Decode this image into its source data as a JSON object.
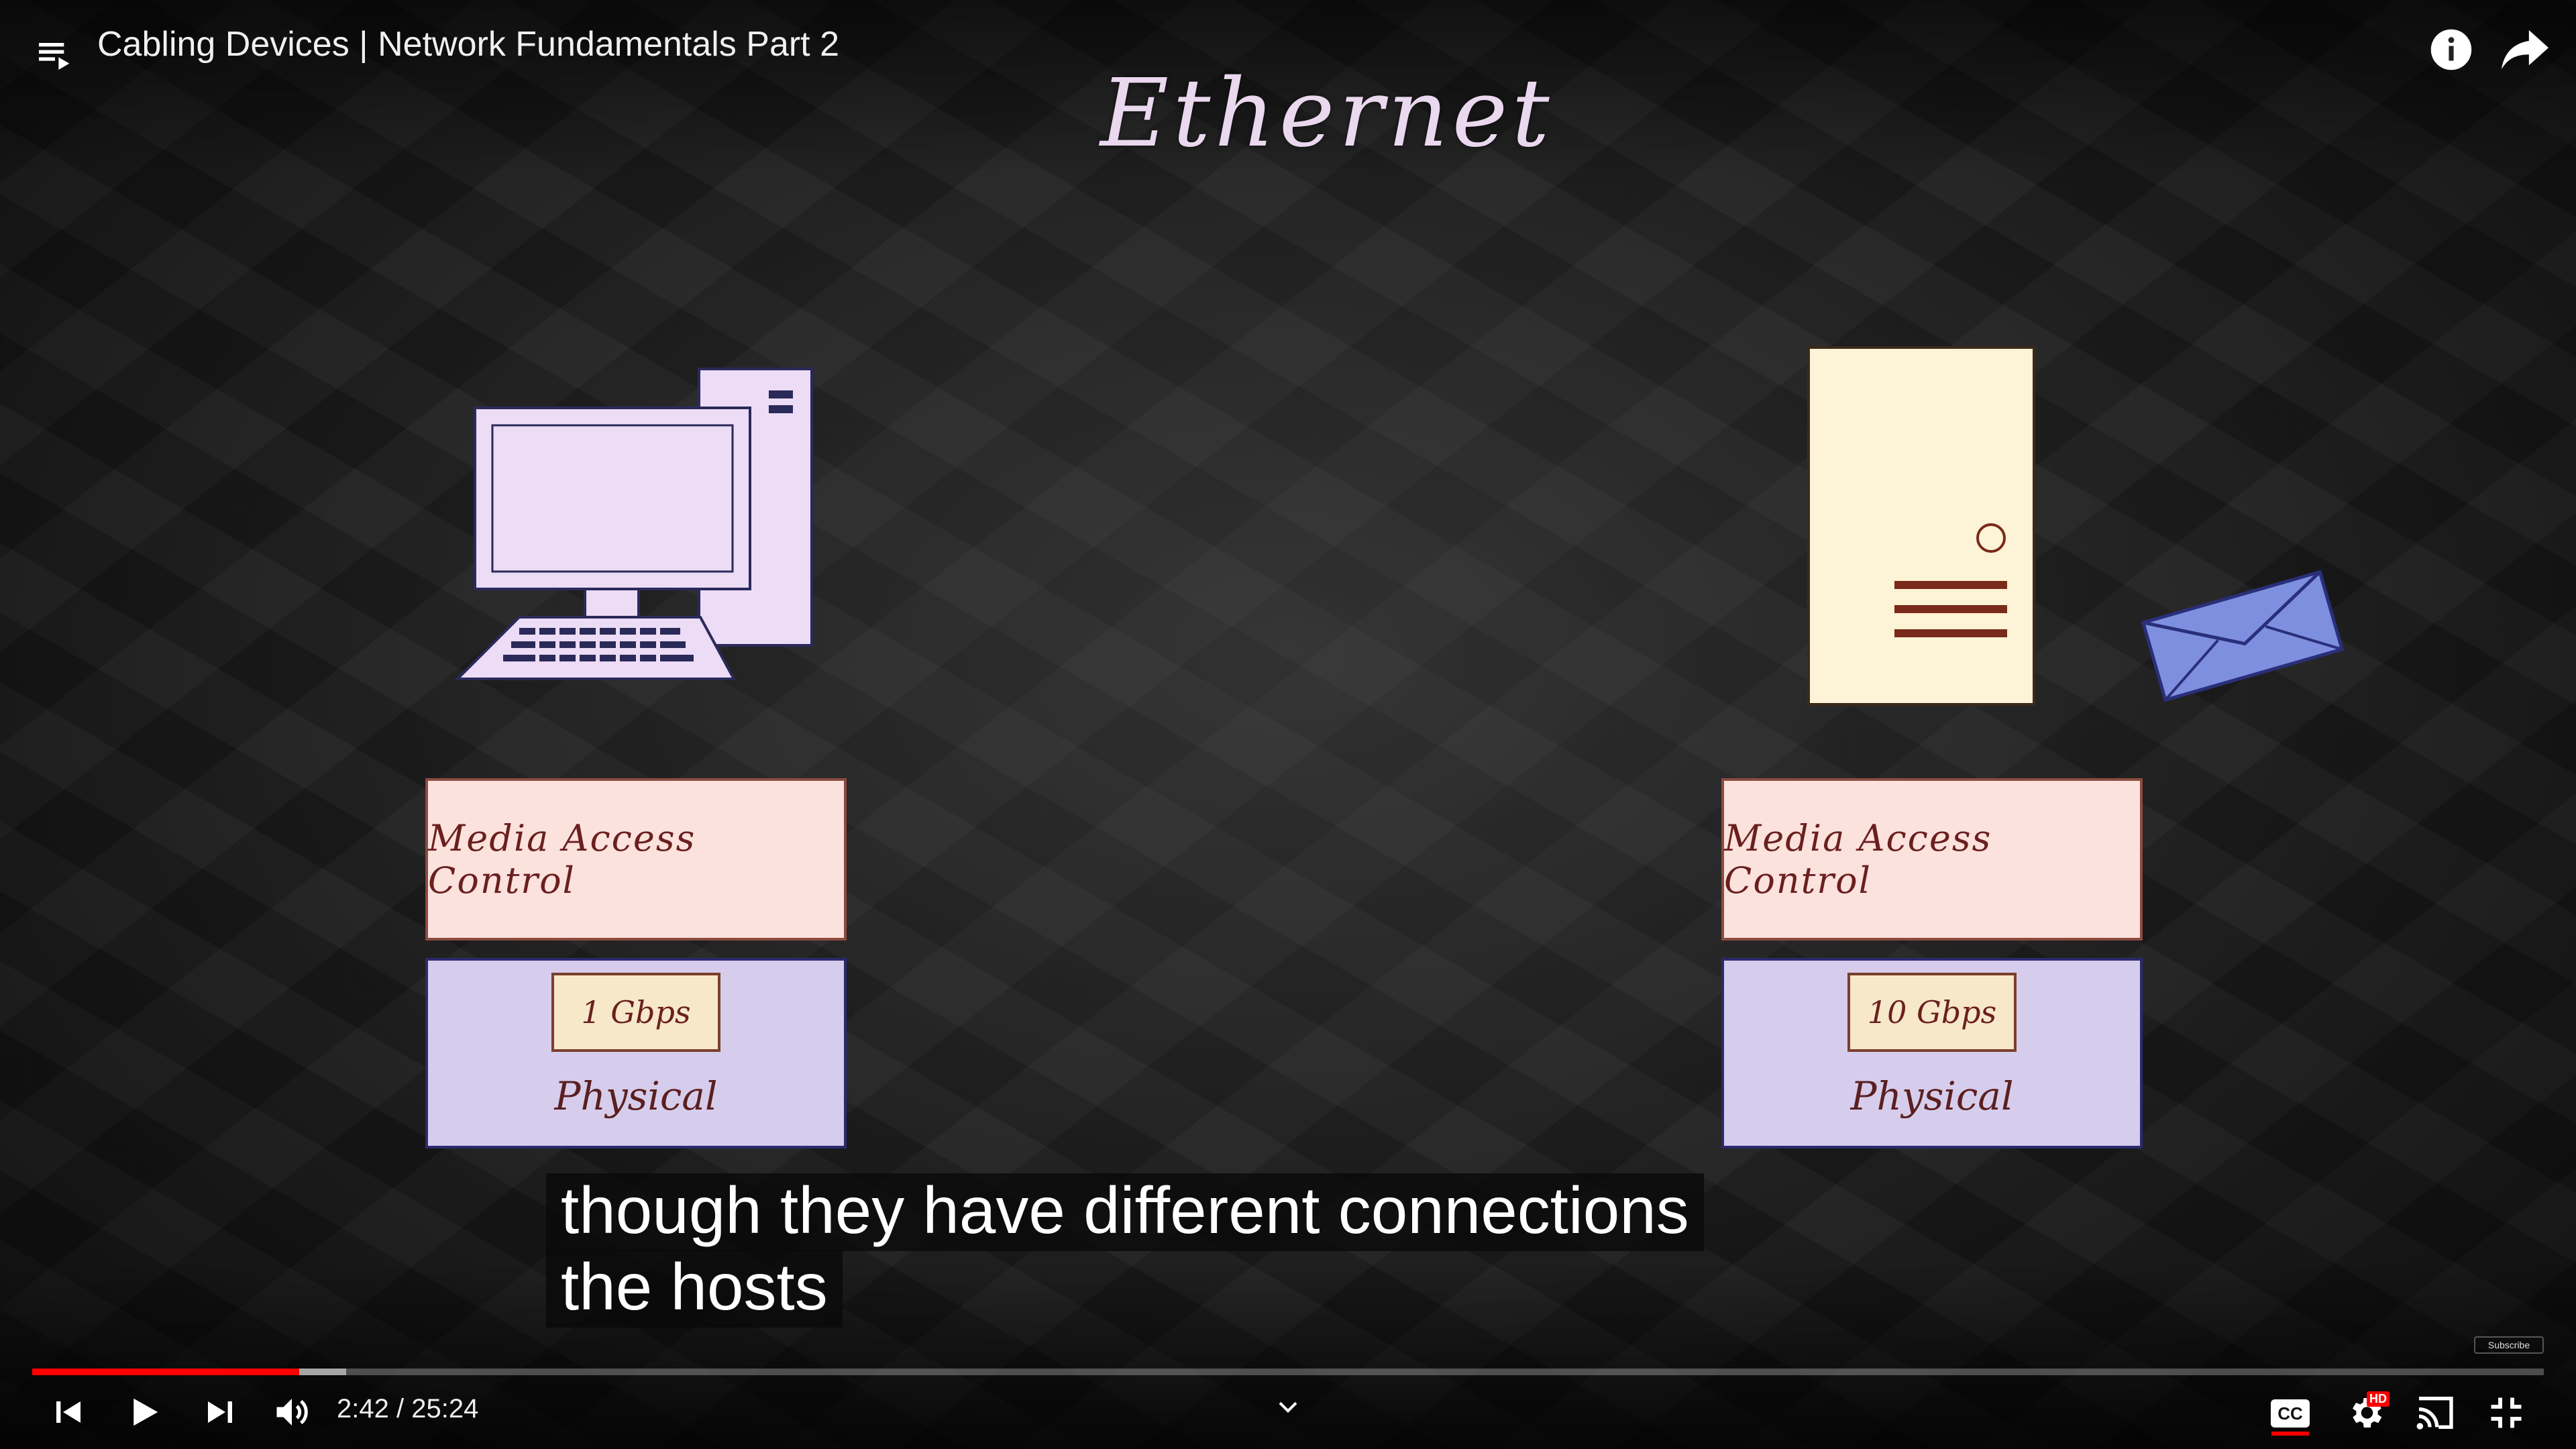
{
  "player": {
    "video_title": "Cabling Devices | Network Fundamentals Part 2",
    "current_time": "2:42",
    "time_separator": "/",
    "duration": "25:24",
    "progress_fraction": 0.1064,
    "buffered_fraction": 0.1024,
    "accent_color": "#ff0000",
    "end_screen_badge": "Subscribe",
    "hd_badge": "HD",
    "cc_label": "CC"
  },
  "slide": {
    "heading": "Ethernet",
    "left_stack": {
      "mac_label": "Media Access Control",
      "speed_label": "1 Gbps",
      "physical_label": "Physical"
    },
    "right_stack": {
      "mac_label": "Media Access Control",
      "speed_label": "10 Gbps",
      "physical_label": "Physical"
    }
  },
  "captions": {
    "line1": "though they have different connections",
    "line2": "the hosts"
  },
  "icons": {
    "playlist": "playlist-icon",
    "info": "info-icon",
    "share": "share-icon",
    "prev": "previous-icon",
    "play": "play-icon",
    "next": "next-icon",
    "volume": "volume-icon",
    "chevron": "chevron-down-icon",
    "cc": "closed-captions-icon",
    "settings": "settings-gear-icon",
    "cast": "cast-icon",
    "exit_fullscreen": "exit-fullscreen-icon",
    "computer": "desktop-computer-icon",
    "server": "server-icon",
    "envelope": "envelope-icon"
  }
}
